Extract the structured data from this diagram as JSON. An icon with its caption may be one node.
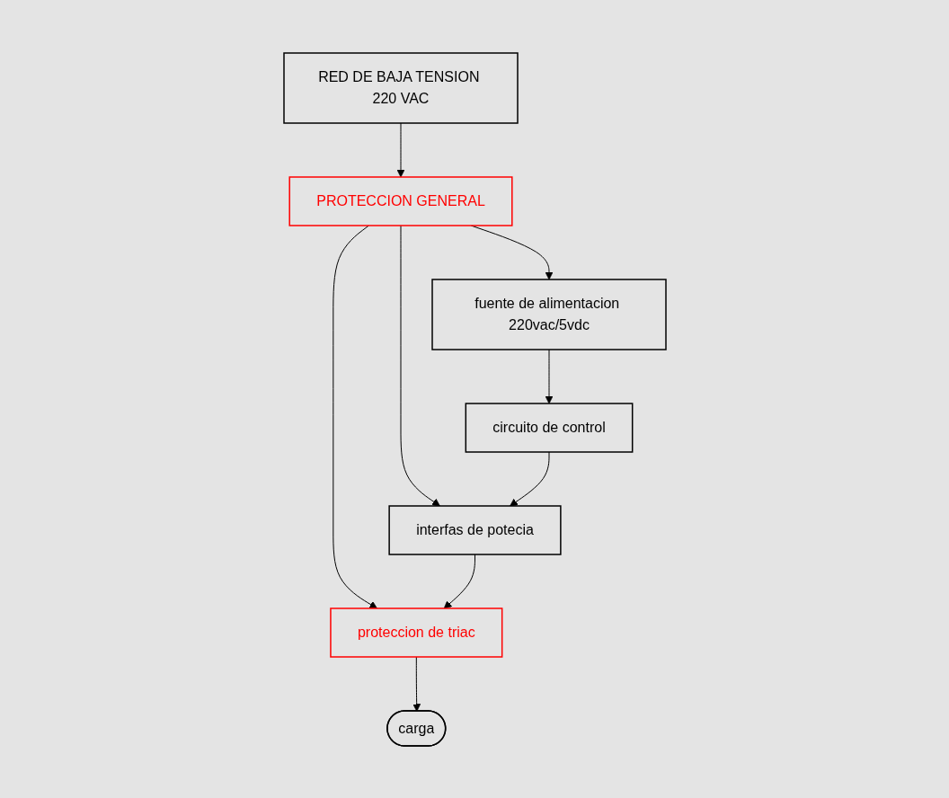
{
  "diagram": {
    "nodes": [
      {
        "text": [
          "RED DE BAJA TENSION 220 VAC"
        ]
      },
      {
        "text": [
          "PROTECCION GENERAL"
        ]
      },
      {
        "text": [
          "fuente de alimentacion 220vac/5vdc"
        ]
      },
      {
        "text": [
          "circuito de control"
        ]
      },
      {
        "text": [
          "interfas de potecia"
        ]
      },
      {
        "text": [
          "proteccion de triac"
        ]
      },
      {
        "text": [
          "carga"
        ]
      }
    ],
    "edges": [
      {
        "from": 0,
        "to": 1,
        "arrow": "to"
      },
      {
        "from": 1,
        "to": 2,
        "arrow": "to"
      },
      {
        "from": 1,
        "to": 4,
        "arrow": "to"
      },
      {
        "from": 1,
        "to": 5,
        "arrow": "to"
      },
      {
        "from": 2,
        "to": 3,
        "arrow": "to"
      },
      {
        "from": 3,
        "to": 4,
        "arrow": "to"
      },
      {
        "from": 4,
        "to": 5,
        "arrow": "to"
      },
      {
        "from": 5,
        "to": 6,
        "arrow": "to"
      }
    ]
  }
}
